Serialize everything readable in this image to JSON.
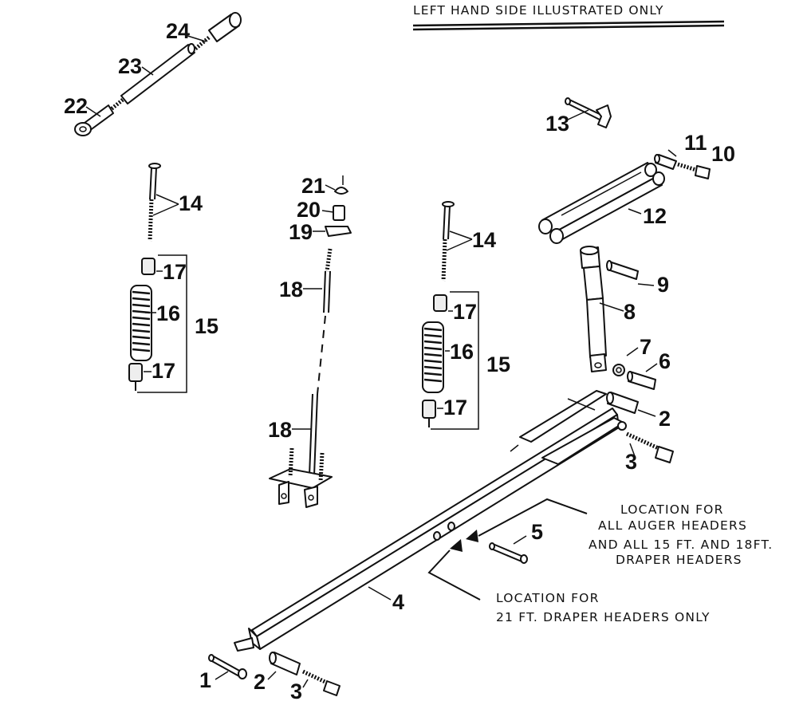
{
  "header": {
    "title": "LEFT HAND SIDE ILLUSTRATED ONLY"
  },
  "notes": {
    "upper": {
      "lines": [
        "LOCATION FOR",
        "ALL AUGER HEADERS",
        "AND ALL 15 FT. AND 18FT.",
        "DRAPER HEADERS"
      ]
    },
    "lower": {
      "lines": [
        "LOCATION FOR",
        "21 FT. DRAPER HEADERS ONLY"
      ]
    }
  },
  "callouts": {
    "c1": "1",
    "c2a": "2",
    "c2b": "2",
    "c3a": "3",
    "c3b": "3",
    "c4": "4",
    "c5": "5",
    "c6": "6",
    "c7": "7",
    "c8": "8",
    "c9": "9",
    "c10": "10",
    "c11": "11",
    "c12": "12",
    "c13": "13",
    "c14a": "14",
    "c14b": "14",
    "c15a": "15",
    "c15b": "15",
    "c16a": "16",
    "c16b": "16",
    "c17a": "17",
    "c17b": "17",
    "c17c": "17",
    "c17d": "17",
    "c18a": "18",
    "c18b": "18",
    "c19": "19",
    "c20": "20",
    "c21": "21",
    "c22": "22",
    "c23": "23",
    "c24": "24"
  }
}
